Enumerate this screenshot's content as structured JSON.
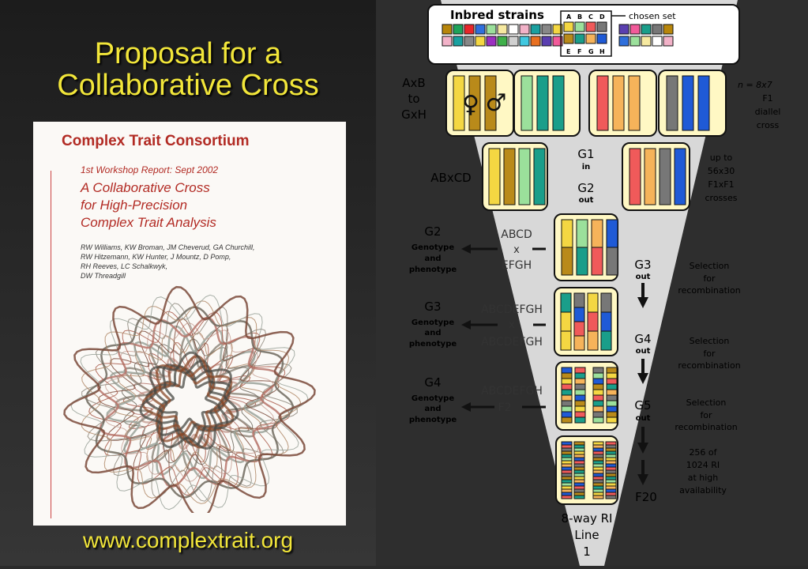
{
  "slide": {
    "title_lines": [
      "Proposal for a",
      "Collaborative Cross"
    ],
    "url": "www.complextrait.org"
  },
  "cover": {
    "heading": "Complex Trait Consortium",
    "subtitle": "1st Workshop Report: Sept 2002",
    "title_lines": [
      "A Collaborative Cross",
      "for High-Precision",
      "Complex Trait Analysis"
    ],
    "authors": [
      "RW Williams, KW Broman, JM Cheverud, GA Churchill,",
      "RW Hitzemann, KW Hunter, J Mountz, D Pomp,",
      "RH Reeves, LC Schalkwyk,",
      "DW Threadgill"
    ]
  },
  "colors": {
    "yellow": "#f4d742",
    "gold": "#b98a1a",
    "lightgreen": "#9be09b",
    "teal": "#1a9e8a",
    "red": "#f05a5a",
    "orange": "#f6b35a",
    "gray": "#777777",
    "blue": "#1f5ad6",
    "panel_bg": "#d9d9d9",
    "box_bg": "#fff8c4",
    "title_color": "#f2e63a"
  },
  "diagram": {
    "inbred_title": "Inbred strains",
    "chosen_set_label": "chosen set",
    "chosen_top": [
      "A",
      "B",
      "C",
      "D"
    ],
    "chosen_bottom": [
      "E",
      "F",
      "G",
      "H"
    ],
    "axb": [
      "AxB",
      "to",
      "GxH"
    ],
    "diallel_note": [
      "n = 8x7",
      "F1",
      "diallel",
      "cross"
    ],
    "abxcd": "ABxCD",
    "g1": "G1",
    "in": "in",
    "g2": "G2",
    "out": "out",
    "upto_note": [
      "up to",
      "56x30",
      "F1xF1",
      "crosses"
    ],
    "genotype_lines": [
      "Genotype",
      "and",
      "phenotype"
    ],
    "row2": {
      "gen": "G2",
      "cross_top": "ABCD",
      "x": "x",
      "cross_bottom": "EFGH"
    },
    "row3": {
      "gen": "G3",
      "cross_top": "ABCDEFGH",
      "x": "x",
      "cross_bottom": "ABCDEFGH"
    },
    "row4": {
      "gen": "G4",
      "cross_top": "ABCDEFGH",
      "cross_bottom": "F2"
    },
    "g3": "G3",
    "g4": "G4",
    "g5": "G5",
    "f20": "F20",
    "selection_lines": [
      "Selection",
      "for",
      "recombination"
    ],
    "final_note": [
      "256 of",
      "1024 RI",
      "at high",
      "availability"
    ],
    "ri_lines": [
      "8-way RI",
      "Line",
      "1"
    ]
  }
}
